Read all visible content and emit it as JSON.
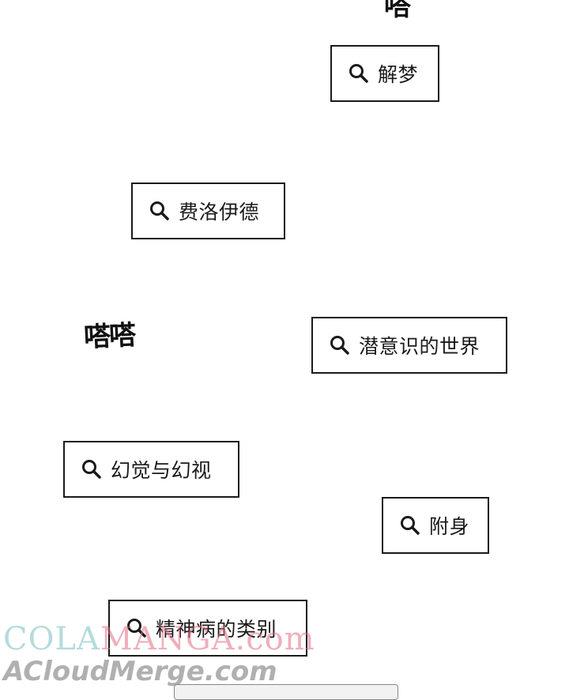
{
  "sound_effects": {
    "top": "嗒",
    "middle": "嗒嗒"
  },
  "search_tags": [
    {
      "label": "解梦",
      "icon": "search-icon"
    },
    {
      "label": "费洛伊德",
      "icon": "search-icon"
    },
    {
      "label": "潜意识的世界",
      "icon": "search-icon"
    },
    {
      "label": "幻觉与幻视",
      "icon": "search-icon"
    },
    {
      "label": "附身",
      "icon": "search-icon"
    },
    {
      "label": "精神病的类别",
      "icon": "search-icon"
    }
  ],
  "watermark": {
    "line1_part1": "COLA",
    "line1_part2": "MANGA",
    "line1_part3": ".com",
    "line2": "ACloudMerge.com"
  },
  "colors": {
    "border": "#1a1a1a",
    "text": "#1a1a1a",
    "background": "#ffffff"
  }
}
